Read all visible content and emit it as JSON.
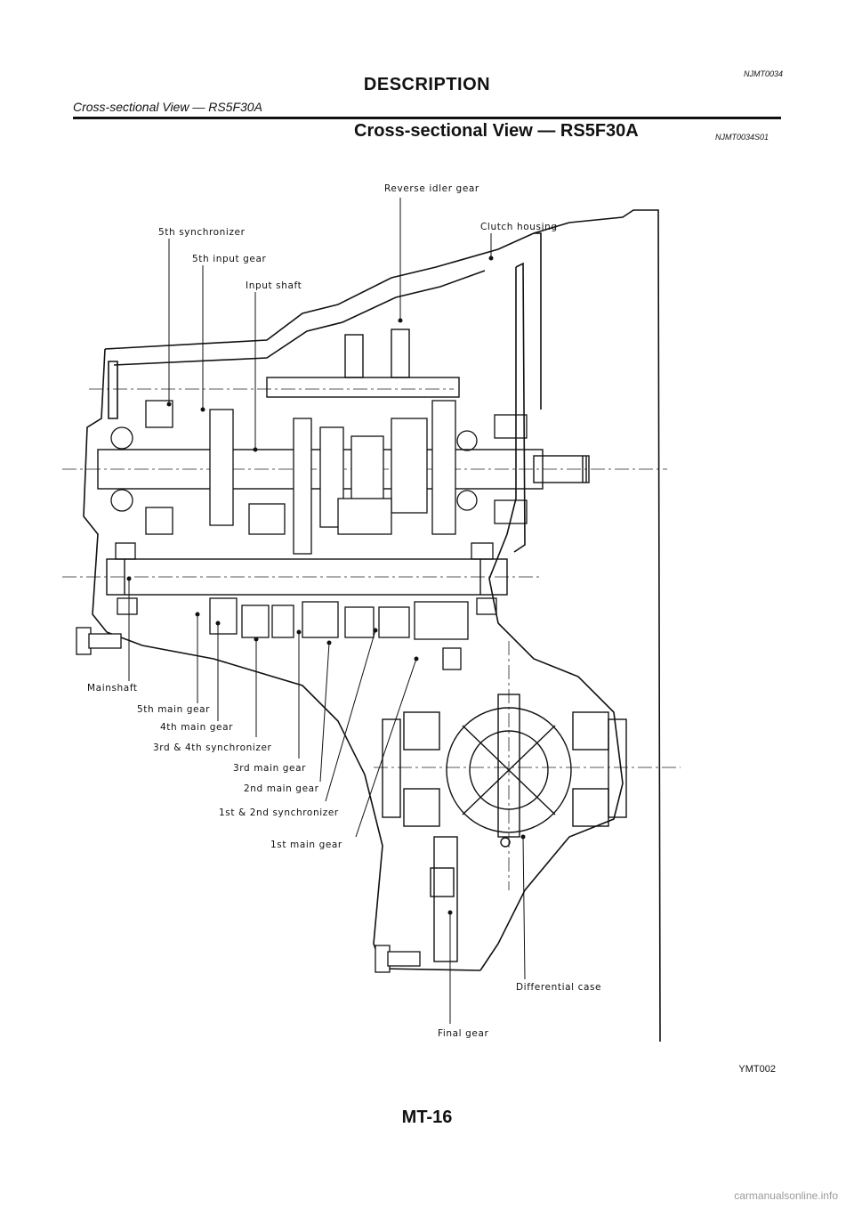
{
  "header": {
    "doc_code": "NJMT0034",
    "section_title": "DESCRIPTION",
    "section_subtitle": "Cross-sectional View — RS5F30A",
    "page_heading": "Cross-sectional View — RS5F30A",
    "heading_code": "NJMT0034S01"
  },
  "diagram": {
    "labels": {
      "reverse_idler_gear": "Reverse idler gear",
      "clutch_housing": "Clutch housing",
      "fifth_synchronizer": "5th synchronizer",
      "fifth_input_gear": "5th input gear",
      "input_shaft": "Input shaft",
      "mainshaft": "Mainshaft",
      "fifth_main_gear": "5th main gear",
      "fourth_main_gear": "4th main gear",
      "third_fourth_synchronizer": "3rd & 4th synchronizer",
      "third_main_gear": "3rd main gear",
      "second_main_gear": "2nd main gear",
      "first_second_synchronizer": "1st & 2nd synchronizer",
      "first_main_gear": "1st main gear",
      "differential_case": "Differential case",
      "final_gear": "Final gear"
    }
  },
  "footer": {
    "figure_code": "YMT002",
    "page_number": "MT-16",
    "watermark": "carmanualsonline.info"
  }
}
